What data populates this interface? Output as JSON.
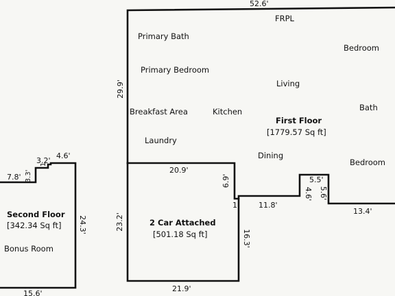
{
  "floors": {
    "first": {
      "title": "First Floor",
      "sqft": "[1779.57 Sq ft]",
      "rooms": {
        "frpl": "FRPL",
        "primary_bath": "Primary Bath",
        "primary_bedroom": "Primary Bedroom",
        "bedroom_1": "Bedroom",
        "living": "Living",
        "breakfast_area": "Breakfast Area",
        "kitchen": "Kitchen",
        "bath": "Bath",
        "laundry": "Laundry",
        "dining": "Dining",
        "bedroom_2": "Bedroom"
      }
    },
    "garage": {
      "title": "2 Car Attached",
      "sqft": "[501.18 Sq ft]"
    },
    "second": {
      "title": "Second Floor",
      "sqft": "[342.34 Sq ft]",
      "rooms": {
        "bonus_room": "Bonus Room"
      }
    }
  },
  "dimensions": {
    "top_width": "52.6'",
    "left_height": "29.9'",
    "garage_top": "20.9'",
    "notch_6_9": "6.9'",
    "step_1": "1",
    "step_11_8": "11.8'",
    "bump_top": "5.5'",
    "bump_left": "4.6'",
    "bump_right": "5.6'",
    "right_bottom": "13.4'",
    "garage_left": "23.2'",
    "garage_right": "16.3'",
    "garage_bottom": "21.9'",
    "second_top_right": "4.6'",
    "second_notch_top": "3.2'",
    "second_notch_small": "1",
    "second_notch_side": "3.3'",
    "second_left_top": "7.8'",
    "second_right": "24.3'",
    "second_bottom": "15.6'"
  }
}
